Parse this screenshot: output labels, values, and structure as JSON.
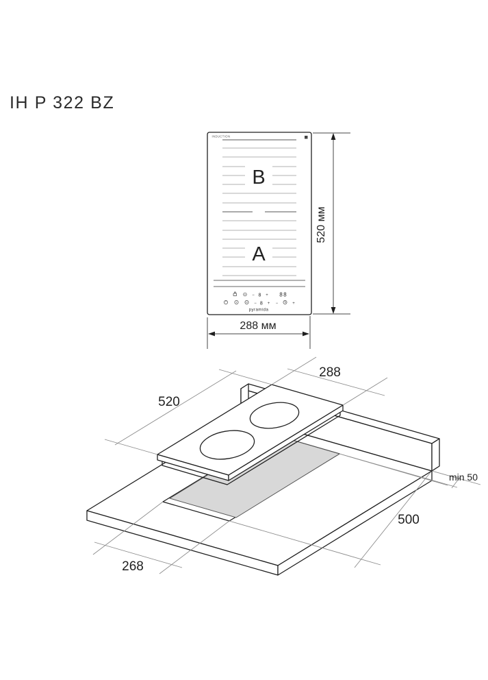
{
  "page": {
    "title": "IH P 322 BZ",
    "background": "#ffffff"
  },
  "top_view": {
    "induction_label": "INDUCTION",
    "brand": "pyramida",
    "zone_back_label": "B",
    "zone_front_label": "A",
    "height_dim": "520 мм",
    "width_dim": "288 мм",
    "controls": {
      "minus": "−",
      "plus": "+",
      "power_digit": "8",
      "timer_digits": "88"
    }
  },
  "installation_view": {
    "hob_width_dim": "288",
    "hob_depth_dim": "520",
    "cutout_width_dim": "268",
    "cutout_depth_dim": "500",
    "wall_clearance_dim": "min 50",
    "cutout_fill": "#d8d8d8",
    "outline_color": "#1f1f1f",
    "dim_color": "#8c8c8c"
  }
}
